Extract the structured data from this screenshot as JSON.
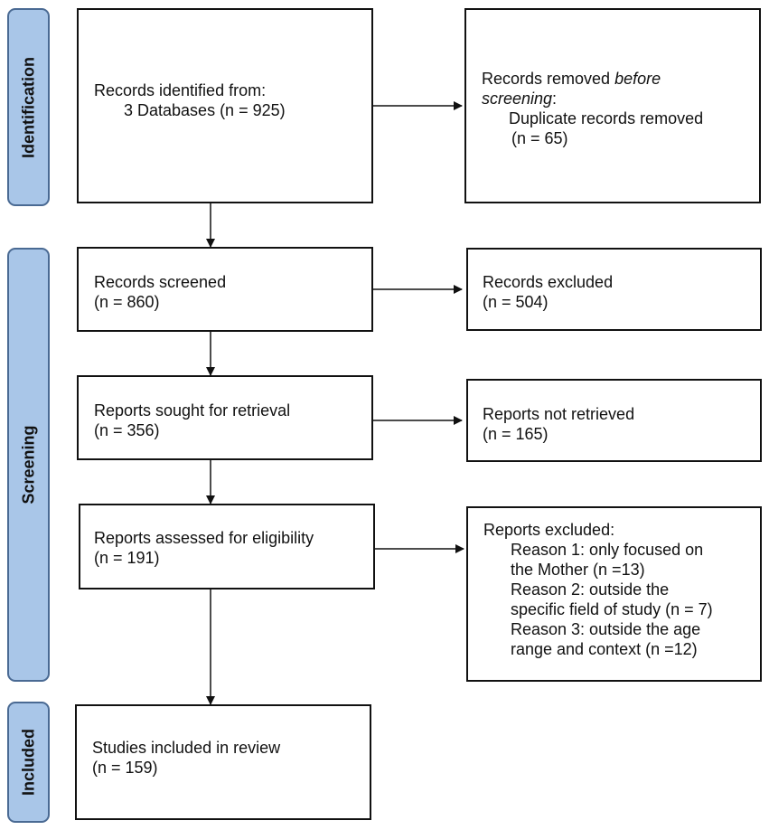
{
  "phases": {
    "identification": "Identification",
    "screening": "Screening",
    "included": "Included"
  },
  "boxes": {
    "identified": {
      "line1": "Records identified from:",
      "line2": "3 Databases (n = 925)"
    },
    "removed": {
      "line1_pre": "Records removed ",
      "line1_em": "before",
      "line2_em": "screening",
      "line2_post": ":",
      "line3": "Duplicate records removed",
      "line4": "(n = 65)"
    },
    "screened": {
      "line1": "Records screened",
      "line2": "(n = 860)"
    },
    "excluded": {
      "line1": "Records excluded",
      "line2": "(n = 504)"
    },
    "sought": {
      "line1": "Reports sought for retrieval",
      "line2": "(n = 356)"
    },
    "not_retrieved": {
      "line1": "Reports not retrieved",
      "line2": "(n = 165)"
    },
    "assessed": {
      "line1": "Reports assessed for eligibility",
      "line2": "(n = 191)"
    },
    "reports_excluded": {
      "lines": [
        "Reports excluded:",
        "Reason 1: only focused on",
        "the Mother (n =13)",
        "Reason 2: outside the",
        "specific field of study (n = 7)",
        "Reason 3: outside the age",
        "range and context (n =12)"
      ]
    },
    "included": {
      "line1": "Studies included in review",
      "line2": "(n = 159)"
    }
  }
}
